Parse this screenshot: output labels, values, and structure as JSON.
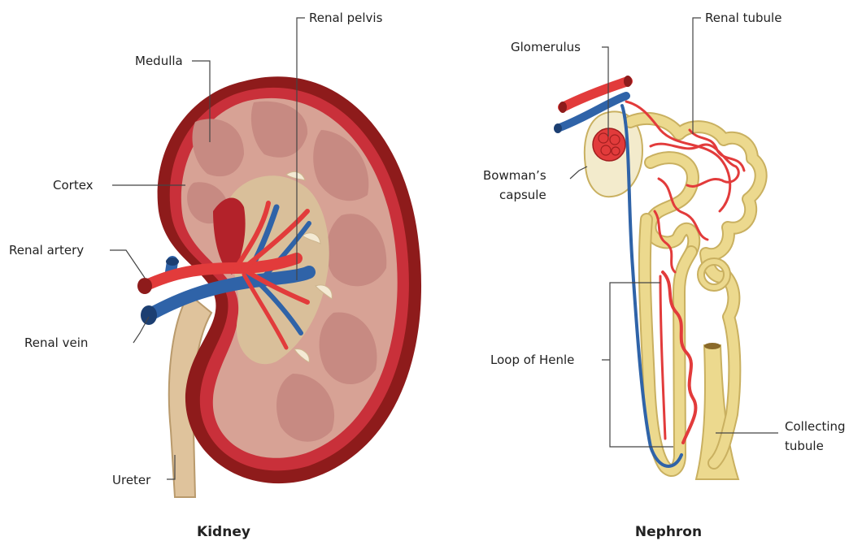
{
  "kidney": {
    "title": "Kidney",
    "labels": {
      "renal_pelvis": "Renal pelvis",
      "medulla": "Medulla",
      "cortex": "Cortex",
      "renal_artery": "Renal artery",
      "renal_vein": "Renal vein",
      "ureter": "Ureter"
    }
  },
  "nephron": {
    "title": "Nephron",
    "labels": {
      "glomerulus": "Glomerulus",
      "renal_tubule": "Renal tubule",
      "bowmans_line1": "Bowman’s",
      "bowmans_line2": "capsule",
      "loop_of_henle": "Loop of Henle",
      "collecting_line1": "Collecting",
      "collecting_line2": "tubule"
    }
  },
  "colors": {
    "cortex_outer": "#8e1b1b",
    "cortex_fill": "#c9303a",
    "tissue": "#d7a295",
    "pyramid": "#cf8f86",
    "pelvis": "#d9bf9a",
    "tubule": "#ecd98e",
    "tubule_stroke": "#c9b060",
    "artery": "#e23b3b",
    "vein": "#2f63a8"
  }
}
